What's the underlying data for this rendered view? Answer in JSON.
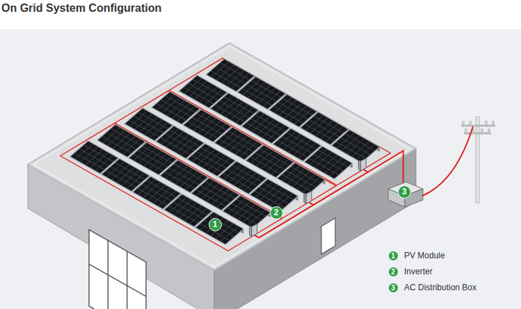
{
  "diagram": {
    "title": "On Grid System Configuration",
    "labels": [
      "1",
      "2",
      "3",
      "1",
      "2",
      "3"
    ],
    "legend": [
      {
        "text": "PV Module"
      },
      {
        "text": "Inverter"
      },
      {
        "text": "AC Distribution Box"
      }
    ]
  }
}
